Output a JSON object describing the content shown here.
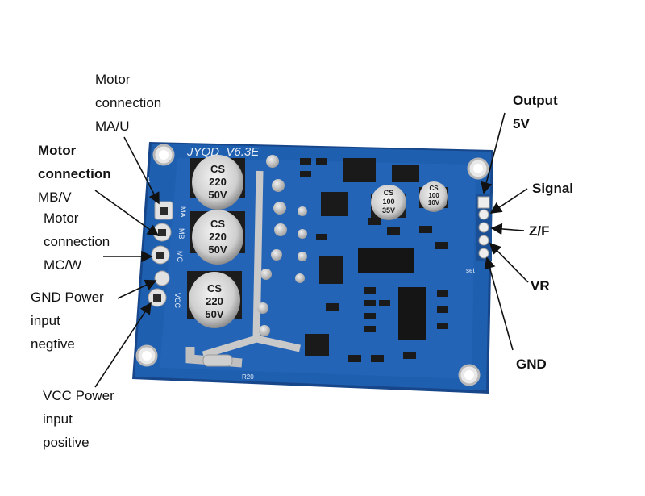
{
  "board": {
    "model": "JYQD_V6.3E",
    "designator_j1": "J1",
    "designator_r20": "R20",
    "set_label": "set",
    "pin_labels": [
      "MA",
      "MB",
      "MC",
      "VCC"
    ],
    "capacitor_large": [
      "CS",
      "220",
      "50V"
    ],
    "capacitor_small_1": [
      "CS",
      "100",
      "35V"
    ],
    "capacitor_small_2": [
      "CS",
      "100",
      "10V"
    ],
    "colors": {
      "pcb": "#1f5fb0",
      "pcb_dark": "#17478a",
      "solder": "#d9d9d9",
      "background": "#ffffff"
    }
  },
  "labels": {
    "ma": [
      "Motor",
      "connection",
      "MA/U"
    ],
    "mb": [
      "Motor",
      "connection",
      "MB/V"
    ],
    "mc": [
      "Motor",
      "connection",
      "MC/W"
    ],
    "gnd_power": [
      "GND Power",
      "input",
      "negtive"
    ],
    "vcc_power": [
      "VCC Power",
      "input",
      "positive"
    ],
    "output": [
      "Output",
      "5V"
    ],
    "signal": "Signal",
    "zf": "Z/F",
    "vr": "VR",
    "gnd": "GND"
  }
}
